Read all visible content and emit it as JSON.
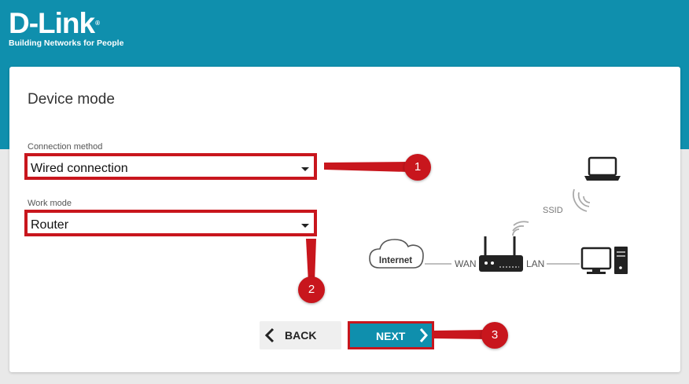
{
  "brand": {
    "name": "D-Link",
    "registered": "®",
    "tagline": "Building Networks for People"
  },
  "page": {
    "title": "Device mode"
  },
  "connection_method": {
    "label": "Connection method",
    "value": "Wired connection"
  },
  "work_mode": {
    "label": "Work mode",
    "value": "Router"
  },
  "buttons": {
    "back": "BACK",
    "next": "NEXT"
  },
  "callouts": [
    "1",
    "2",
    "3"
  ],
  "diagram": {
    "internet": "Internet",
    "wan": "WAN",
    "lan": "LAN",
    "ssid": "SSID"
  },
  "colors": {
    "brand_teal": "#0f8fad",
    "highlight_red": "#c8161d",
    "background": "#e9e9e9"
  }
}
